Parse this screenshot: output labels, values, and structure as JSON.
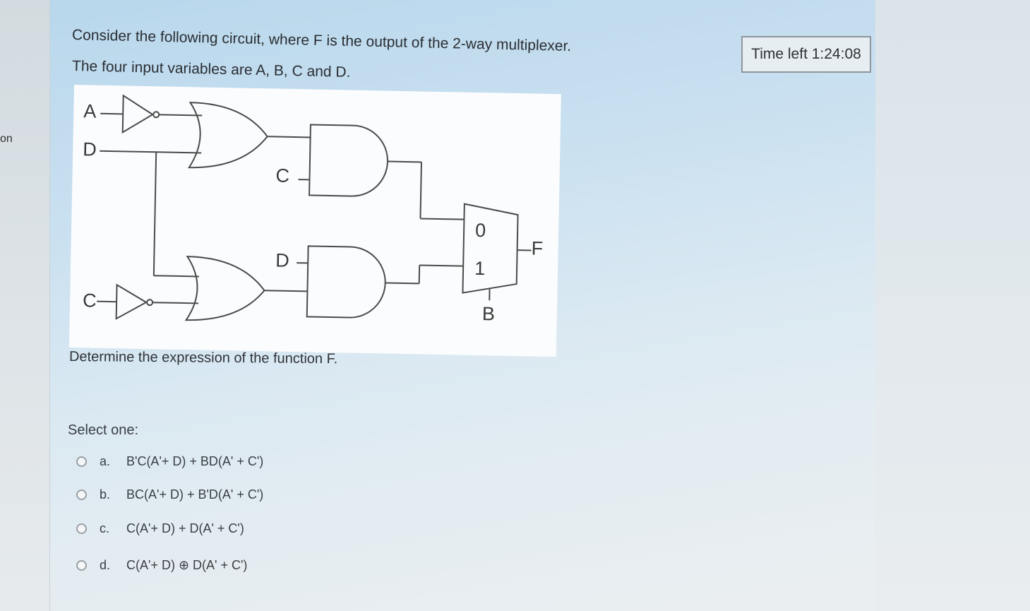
{
  "nav": {
    "partial_label": "on"
  },
  "timer": {
    "text": "Time left 1:24:08"
  },
  "question": {
    "line1": "Consider the following circuit, where F is the output of the 2-way multiplexer.",
    "line2": "The four input variables are A, B, C and D.",
    "prompt": "Determine the expression of the function F."
  },
  "diagram": {
    "input_a": "A",
    "input_d_top": "D",
    "input_c_bottom": "C",
    "gate_input_c": "C",
    "gate_input_d": "D",
    "mux_input_0": "0",
    "mux_input_1": "1",
    "mux_select": "B",
    "output": "F"
  },
  "answers": {
    "select_label": "Select one:",
    "options": [
      {
        "letter": "a.",
        "text": "B'C(A'+ D) + BD(A' + C')"
      },
      {
        "letter": "b.",
        "text": "BC(A'+ D) + B'D(A' + C')"
      },
      {
        "letter": "c.",
        "text": "C(A'+ D) + D(A' + C')"
      },
      {
        "letter": "d.",
        "text": "C(A'+ D) ⊕ D(A' + C')"
      }
    ]
  }
}
